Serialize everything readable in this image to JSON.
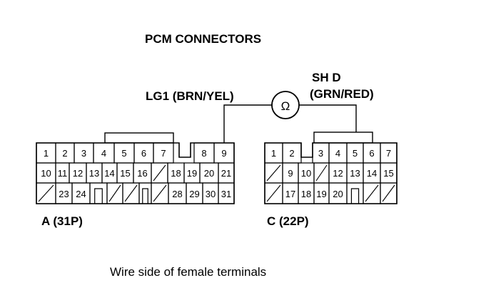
{
  "title": "PCM CONNECTORS",
  "caption": "Wire side of female terminals",
  "meter_symbol": "Ω",
  "wires": {
    "left": "LG1 (BRN/YEL)",
    "right_line1": "SH D",
    "right_line2": "(GRN/RED)"
  },
  "connectors": {
    "a": {
      "label": "A (31P)",
      "rows": [
        [
          "1",
          "2",
          "3",
          "4",
          "5",
          "6",
          "7",
          "",
          "",
          "8",
          "9"
        ],
        [
          "10",
          "11",
          "12",
          "13",
          "14",
          "15",
          "16",
          "",
          "18",
          "19",
          "20",
          "21"
        ],
        [
          "",
          "23",
          "24",
          "",
          "",
          "",
          "",
          "",
          "28",
          "29",
          "30",
          "31"
        ]
      ]
    },
    "c": {
      "label": "C (22P)",
      "rows": [
        [
          "1",
          "2",
          "",
          "3",
          "4",
          "5",
          "6",
          "7"
        ],
        [
          "",
          "9",
          "10",
          "",
          "12",
          "13",
          "14",
          "15"
        ],
        [
          "",
          "17",
          "18",
          "19",
          "20",
          "",
          "",
          ""
        ]
      ]
    }
  }
}
